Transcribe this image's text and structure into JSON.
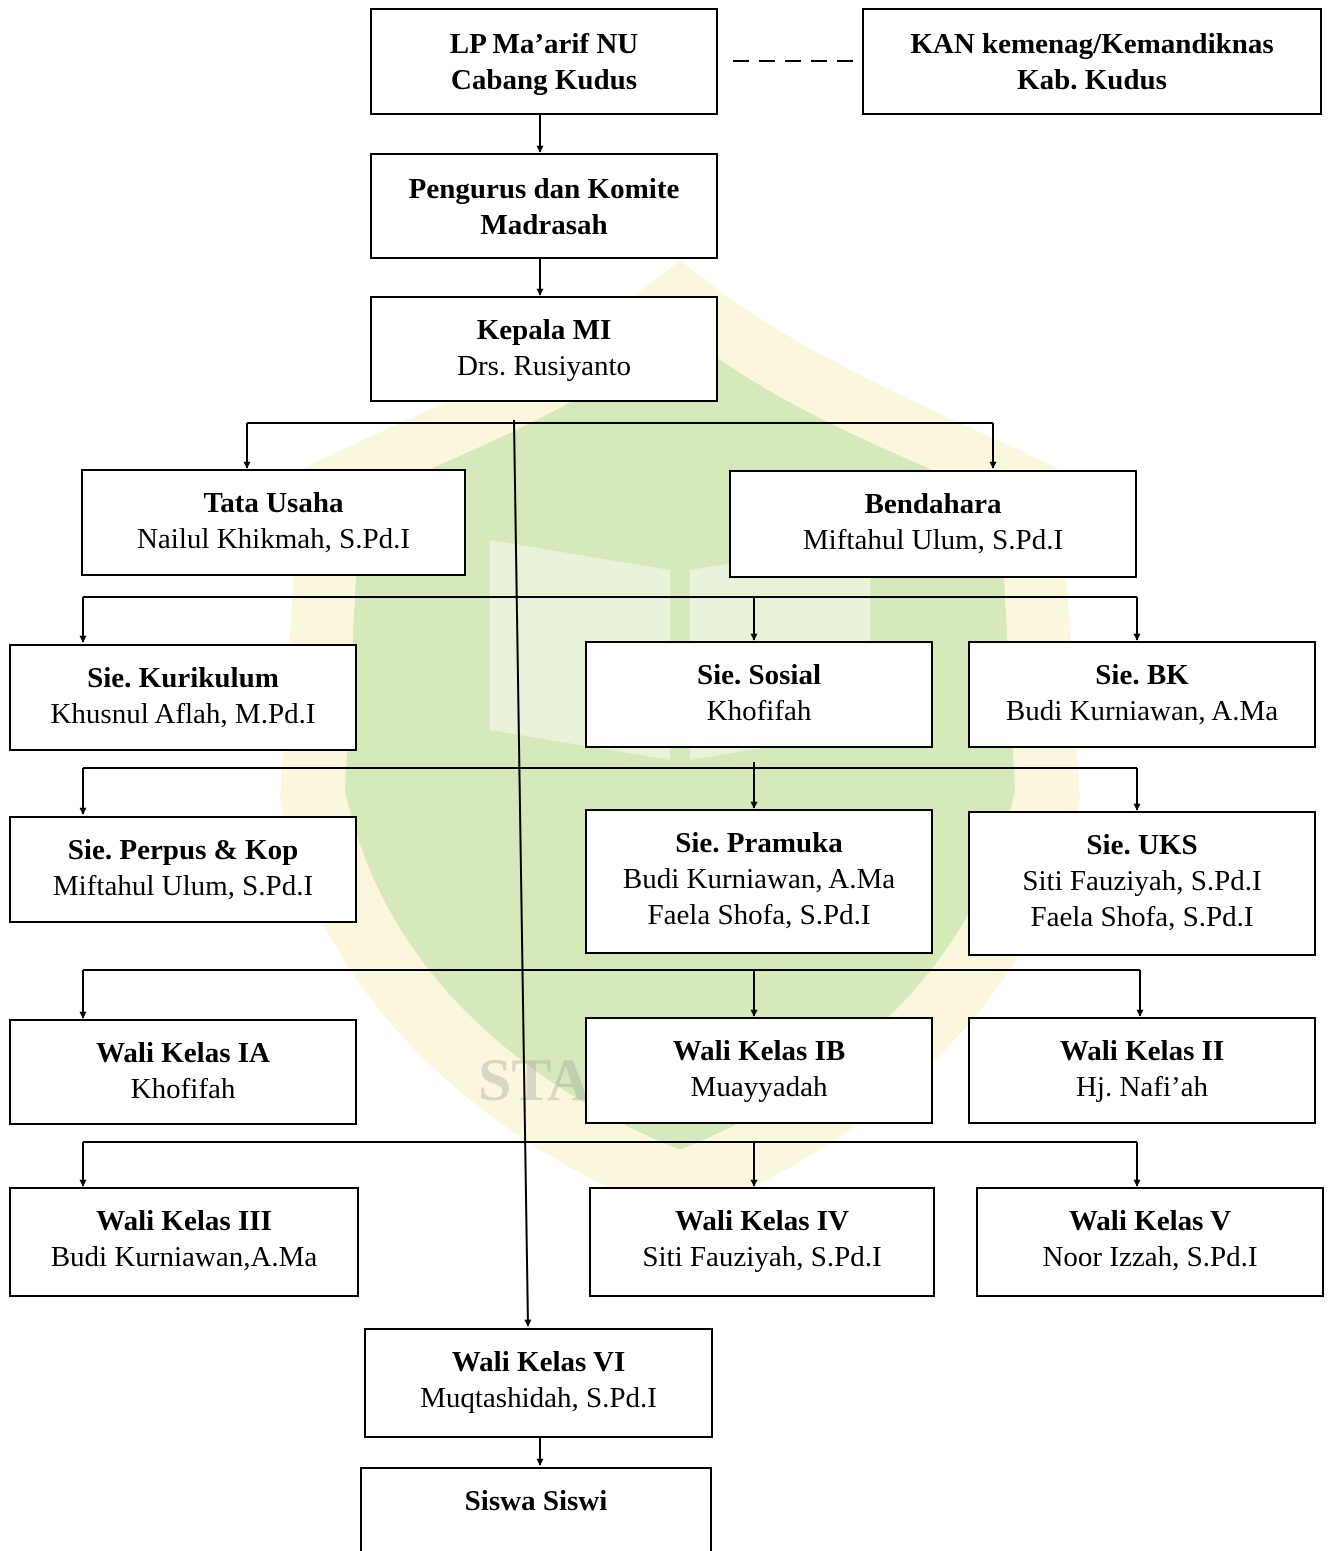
{
  "colors": {
    "line": "#000000",
    "box_border": "#000000",
    "watermark_green": "#8fce7a",
    "watermark_yellow": "#f3e79a"
  },
  "watermark": {
    "icon": "stain-kudus-emblem-icon",
    "text": "STAIN KUDUS"
  },
  "nodes": {
    "lp_maarif": {
      "title_line1": "LP Ma’arif NU",
      "title_line2": "Cabang Kudus"
    },
    "kan": {
      "title_line1": "KAN kemenag/Kemandiknas",
      "title_line2": "Kab. Kudus"
    },
    "pengurus": {
      "title_line1": "Pengurus dan Komite",
      "title_line2": "Madrasah"
    },
    "kepala": {
      "title": "Kepala MI",
      "person": "Drs. Rusiyanto"
    },
    "tata_usaha": {
      "title": "Tata Usaha",
      "person": "Nailul Khikmah, S.Pd.I"
    },
    "bendahara": {
      "title": "Bendahara",
      "person": "Miftahul Ulum, S.Pd.I"
    },
    "kurikulum": {
      "title": "Sie. Kurikulum",
      "person": "Khusnul Aflah, M.Pd.I"
    },
    "sosial": {
      "title": "Sie. Sosial",
      "person": "Khofifah"
    },
    "bk": {
      "title": "Sie. BK",
      "person": "Budi Kurniawan, A.Ma"
    },
    "perpus": {
      "title": "Sie. Perpus & Kop",
      "person": "Miftahul Ulum, S.Pd.I"
    },
    "pramuka": {
      "title": "Sie. Pramuka",
      "person1": "Budi Kurniawan, A.Ma",
      "person2": "Faela Shofa, S.Pd.I"
    },
    "uks": {
      "title": "Sie. UKS",
      "person1": "Siti Fauziyah, S.Pd.I",
      "person2": "Faela Shofa, S.Pd.I"
    },
    "wali_ia": {
      "title": "Wali Kelas IA",
      "person": "Khofifah"
    },
    "wali_ib": {
      "title": "Wali Kelas IB",
      "person": "Muayyadah"
    },
    "wali_ii": {
      "title": "Wali Kelas II",
      "person": "Hj. Nafi’ah"
    },
    "wali_iii": {
      "title": "Wali Kelas III",
      "person": "Budi Kurniawan,A.Ma"
    },
    "wali_iv": {
      "title": "Wali Kelas IV",
      "person": "Siti Fauziyah, S.Pd.I"
    },
    "wali_v": {
      "title": "Wali Kelas V",
      "person": "Noor Izzah, S.Pd.I"
    },
    "wali_vi": {
      "title": "Wali Kelas VI",
      "person": "Muqtashidah, S.Pd.I"
    },
    "siswa": {
      "title": "Siswa Siswi"
    }
  }
}
